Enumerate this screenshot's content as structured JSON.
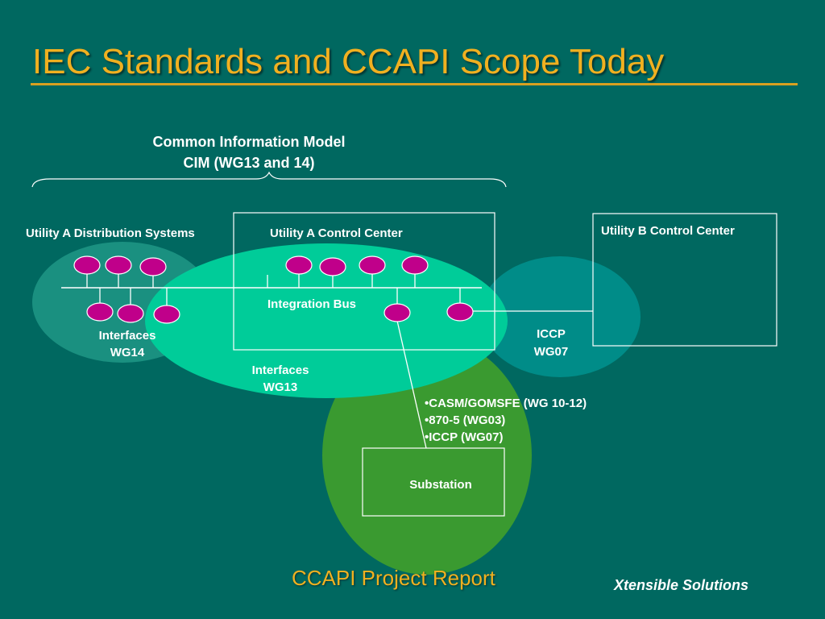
{
  "title": "IEC Standards and CCAPI Scope Today",
  "cim": {
    "line1": "Common Information Model",
    "line2": "CIM (WG13 and 14)"
  },
  "labels": {
    "utility_a_distribution": "Utility A Distribution Systems",
    "utility_a_control": "Utility A Control Center",
    "utility_b_control": "Utility B Control Center",
    "integration_bus": "Integration Bus",
    "interfaces_wg14_line1": "Interfaces",
    "interfaces_wg14_line2": "WG14",
    "interfaces_wg13_line1": "Interfaces",
    "interfaces_wg13_line2": "WG13",
    "iccp_line1": "ICCP",
    "iccp_line2": "WG07",
    "substation": "Substation"
  },
  "substation_protocols": [
    "•CASM/GOMSFE (WG 10-12)",
    "•870-5 (WG03)",
    "•ICCP (WG07)"
  ],
  "footer": {
    "report": "CCAPI Project Report",
    "company": "Xtensible Solutions"
  },
  "colors": {
    "background": "#006860",
    "title": "#f0b020",
    "node_fill": "#c0008a",
    "wg14_ellipse": "#1a9080",
    "wg13_ellipse": "#00cc99",
    "iccp_ellipse": "#008c88",
    "substation_ellipse": "#3a9a30"
  }
}
